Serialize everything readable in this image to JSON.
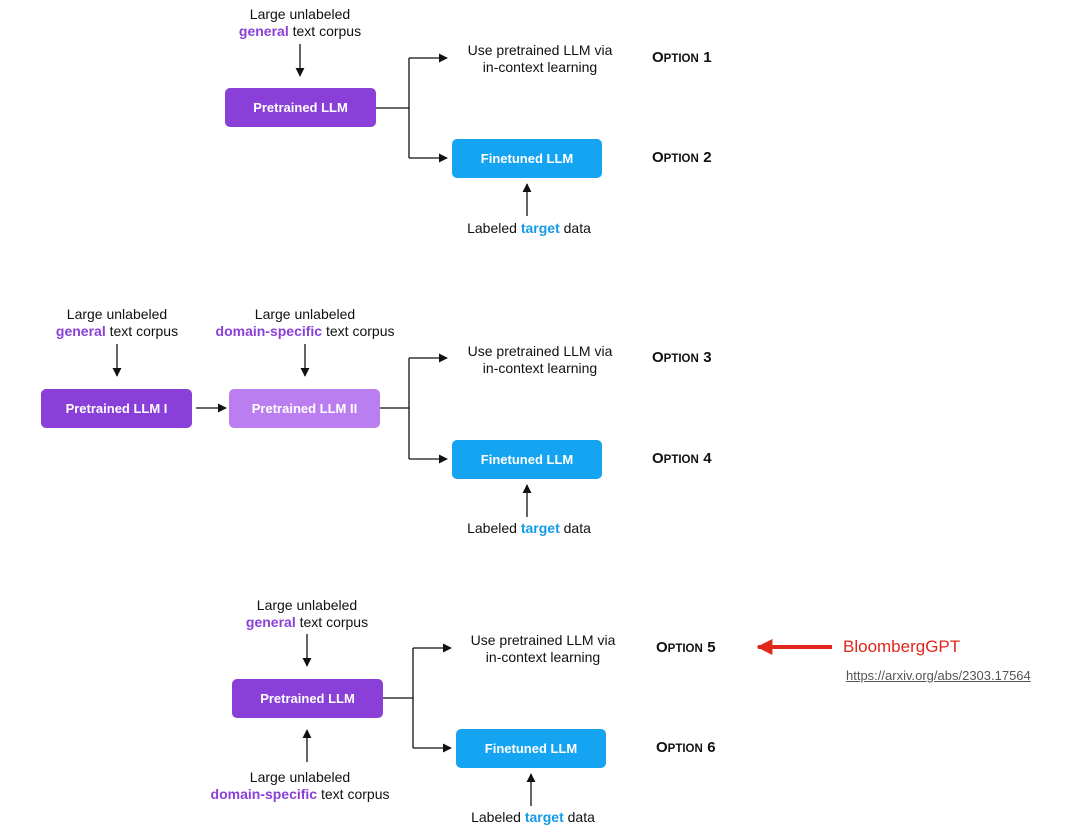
{
  "common": {
    "large_unlabeled": "Large unlabeled",
    "general": "general",
    "domain_specific": "domain-specific",
    "text_corpus": "text corpus",
    "use_pretrained_line1": "Use pretrained LLM via",
    "use_pretrained_line2": "in-context learning",
    "labeled": "Labeled",
    "target": "target",
    "data": "data",
    "option_initial": "O",
    "option_rest": "PTION"
  },
  "boxes": {
    "pretrained_llm": "Pretrained LLM",
    "pretrained_llm_1": "Pretrained LLM I",
    "pretrained_llm_2": "Pretrained LLM II",
    "finetuned_llm": "Finetuned LLM"
  },
  "options": [
    "1",
    "2",
    "3",
    "4",
    "5",
    "6"
  ],
  "annotation": {
    "label": "BloombergGPT",
    "url": "https://arxiv.org/abs/2303.17564"
  },
  "colors": {
    "pretrained": "#8a3fd8",
    "pretrained_light": "#bb7ef0",
    "finetuned": "#14a4f2",
    "general_text": "#8a3fd8",
    "target_text": "#139be8",
    "bloomberg_arrow": "#e1261c"
  }
}
